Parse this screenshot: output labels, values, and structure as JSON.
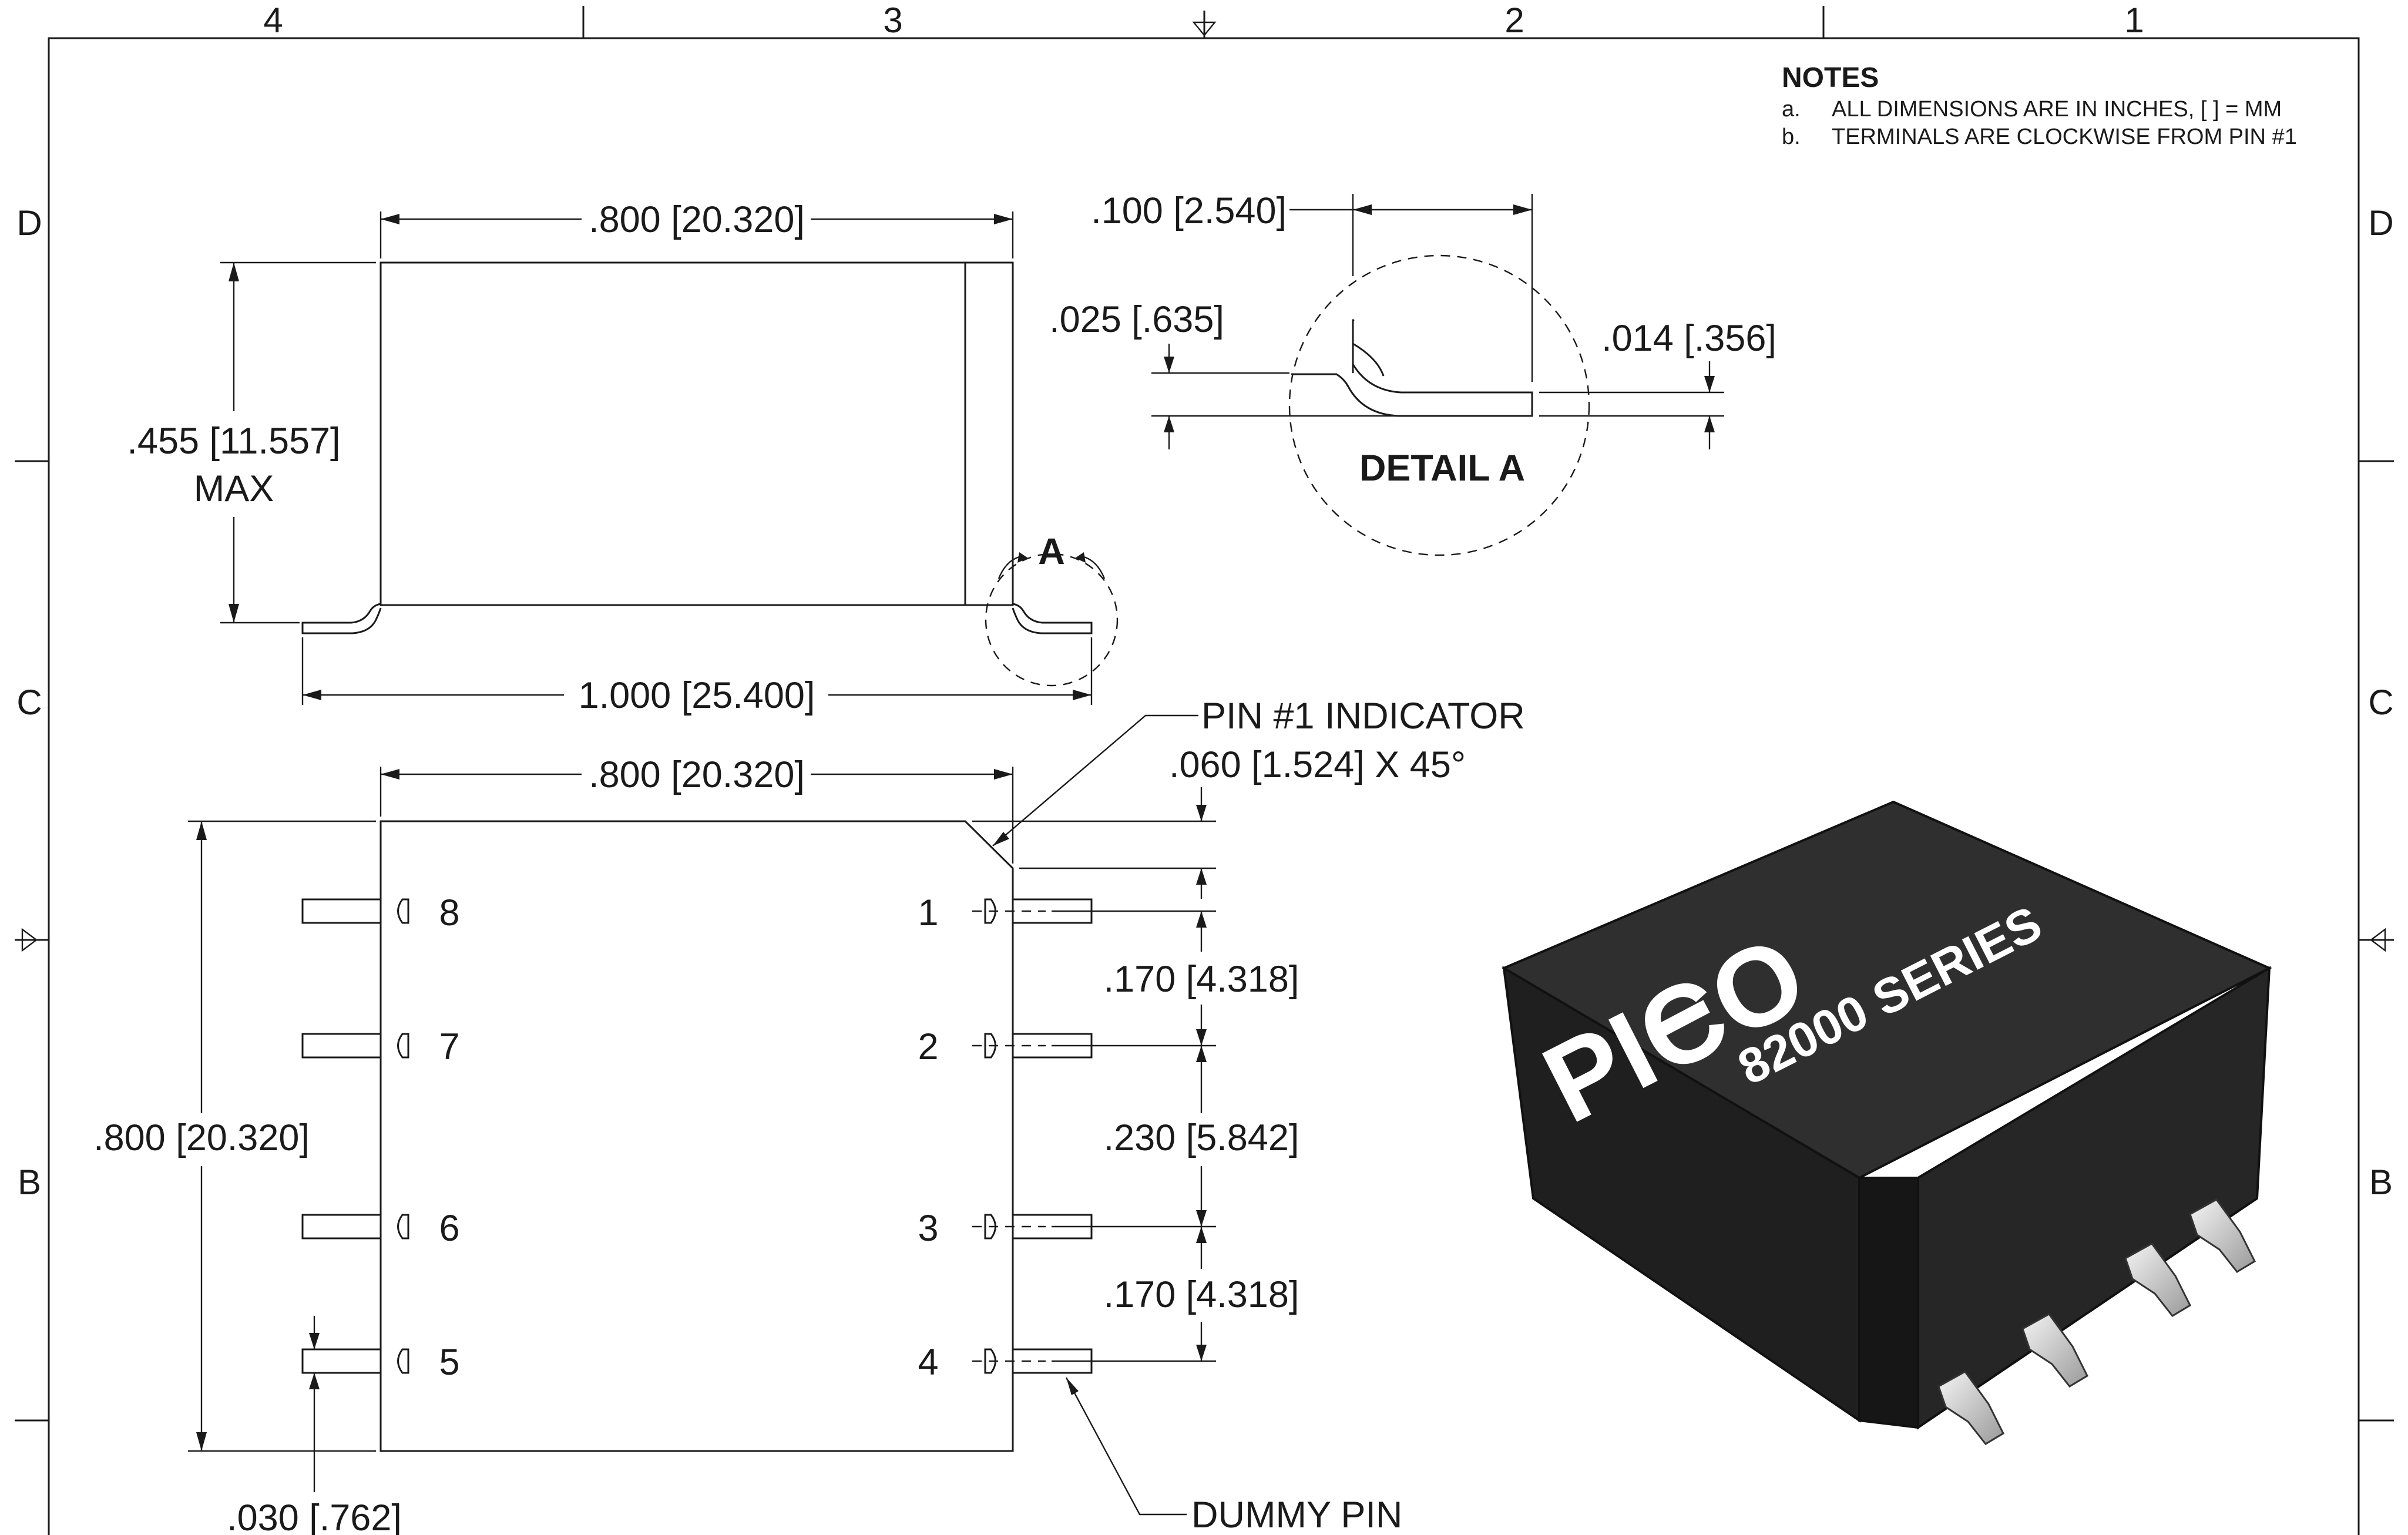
{
  "zones": {
    "columns": [
      "4",
      "3",
      "2",
      "1"
    ],
    "rows": [
      "D",
      "C",
      "B"
    ]
  },
  "notes": {
    "title": "NOTES",
    "items": [
      {
        "letter": "a.",
        "text": "ALL DIMENSIONS ARE IN INCHES, [   ] = MM"
      },
      {
        "letter": "b.",
        "text": "TERMINALS ARE CLOCKWISE FROM PIN #1"
      }
    ]
  },
  "side_view": {
    "width_label": ".800 [20.320]",
    "height_label": ".455 [11.557]",
    "height_sub": "MAX",
    "overall_label": "1.000 [25.400]",
    "detail_callout": "A"
  },
  "detail_a": {
    "title": "DETAIL  A",
    "lead_length": ".100 [2.540]",
    "standoff": ".025 [.635]",
    "thickness": ".014 [.356]"
  },
  "top_view": {
    "width_label": ".800 [20.320]",
    "height_label": ".800 [20.320]",
    "pin1_indicator": "PIN #1 INDICATOR",
    "chamfer": ".060 [1.524] X 45°",
    "pitch_1": ".170 [4.318]",
    "pitch_2": ".230 [5.842]",
    "pitch_3": ".170 [4.318]",
    "pin_width": ".030 [.762]",
    "dummy_pin": "DUMMY PIN",
    "pins_left": [
      "8",
      "7",
      "6",
      "5"
    ],
    "pins_right": [
      "1",
      "2",
      "3",
      "4"
    ]
  },
  "render_3d": {
    "brand": "PICO",
    "series": "82000 SERIES",
    "body_color": "#2b2b2b",
    "pin_color": "#cfcfcf"
  }
}
